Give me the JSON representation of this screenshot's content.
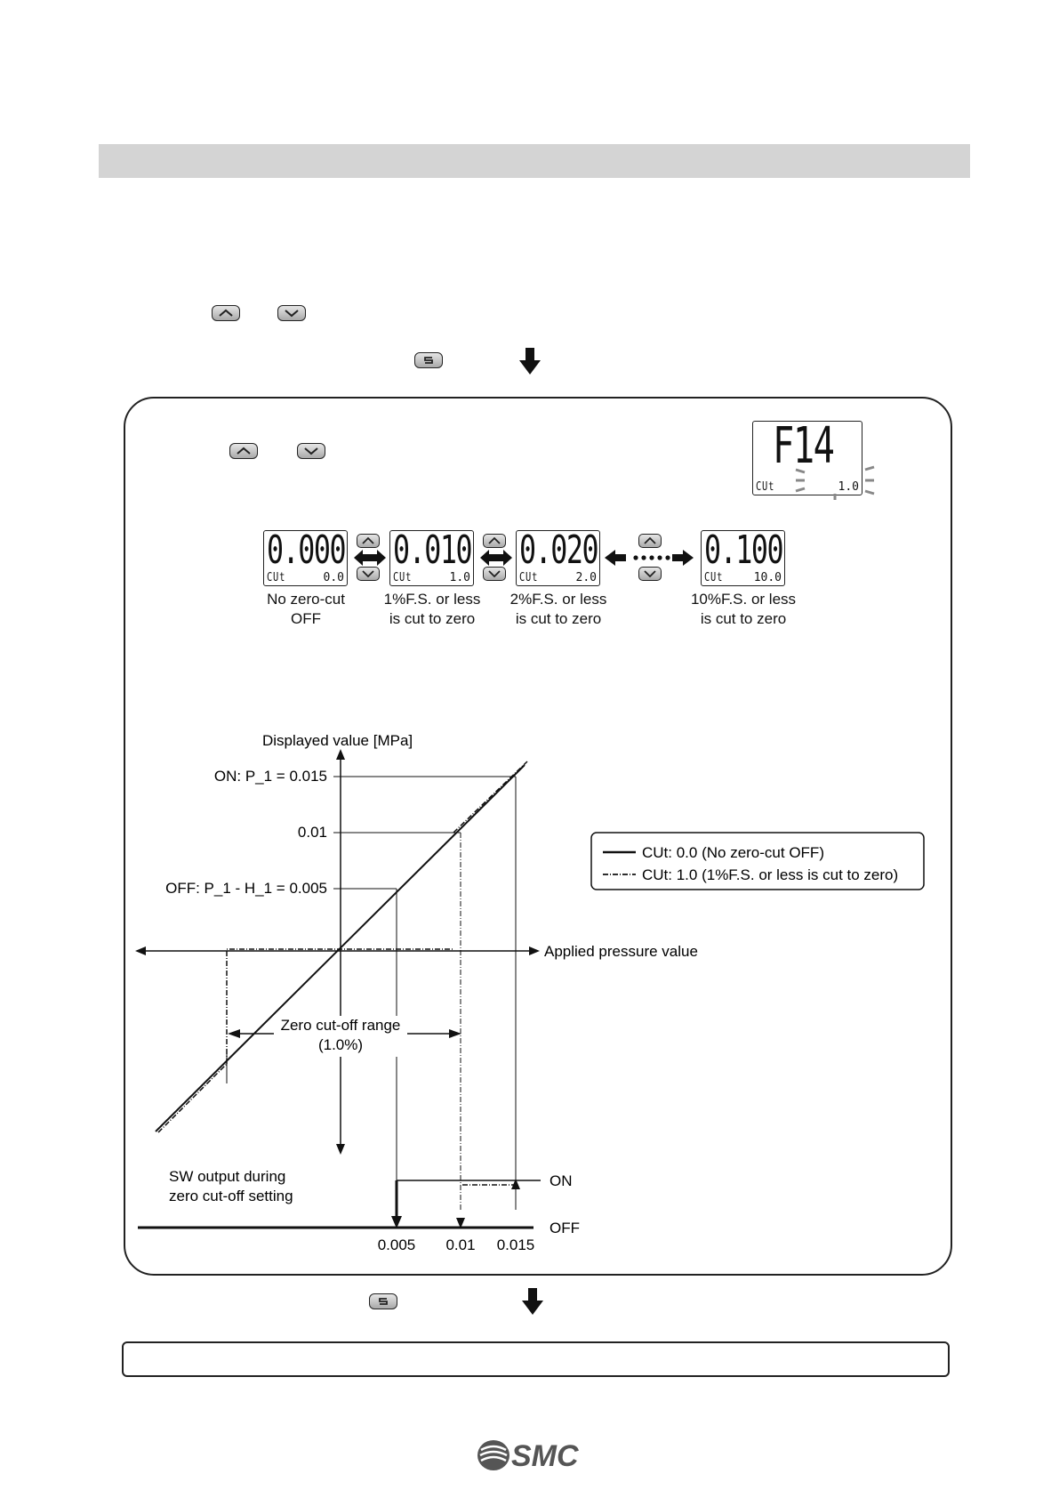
{
  "diagram": {
    "settings_options": [
      {
        "main": "0.000",
        "sub_label": "CUt",
        "sub_value": "0.0",
        "caption": [
          "No zero-cut",
          "OFF"
        ]
      },
      {
        "main": "0.010",
        "sub_label": "CUt",
        "sub_value": "1.0",
        "caption": [
          "1%F.S. or less",
          "is cut to zero"
        ]
      },
      {
        "main": "0.020",
        "sub_label": "CUt",
        "sub_value": "2.0",
        "caption": [
          "2%F.S. or less",
          "is cut to zero"
        ]
      },
      {
        "main": "0.100",
        "sub_label": "CUt",
        "sub_value": "10.0",
        "caption": [
          "10%F.S. or less",
          "is cut to zero"
        ]
      }
    ],
    "function_display": {
      "main": "F14",
      "sub_label": "CUt",
      "sub_value": "1.0"
    },
    "graph": {
      "y_axis_label": "Displayed value [MPa]",
      "x_axis_label": "Applied pressure value",
      "y_labels": [
        "ON: P_1 = 0.015",
        "0.01",
        "OFF: P_1 - H_1 = 0.005"
      ],
      "x_ticks": [
        "0.005",
        "0.01",
        "0.015"
      ],
      "legend": [
        {
          "style": "solid",
          "label": "CUt: 0.0 (No zero-cut OFF)"
        },
        {
          "style": "dashdot",
          "label": "CUt: 1.0 (1%F.S. or less is cut to zero)"
        }
      ],
      "range_label": [
        "Zero cut-off range",
        "(1.0%)"
      ],
      "sw_output_label": [
        "SW output during",
        "zero cut-off setting"
      ],
      "on_label": "ON",
      "off_label": "OFF"
    }
  },
  "logo_text": "SMC"
}
